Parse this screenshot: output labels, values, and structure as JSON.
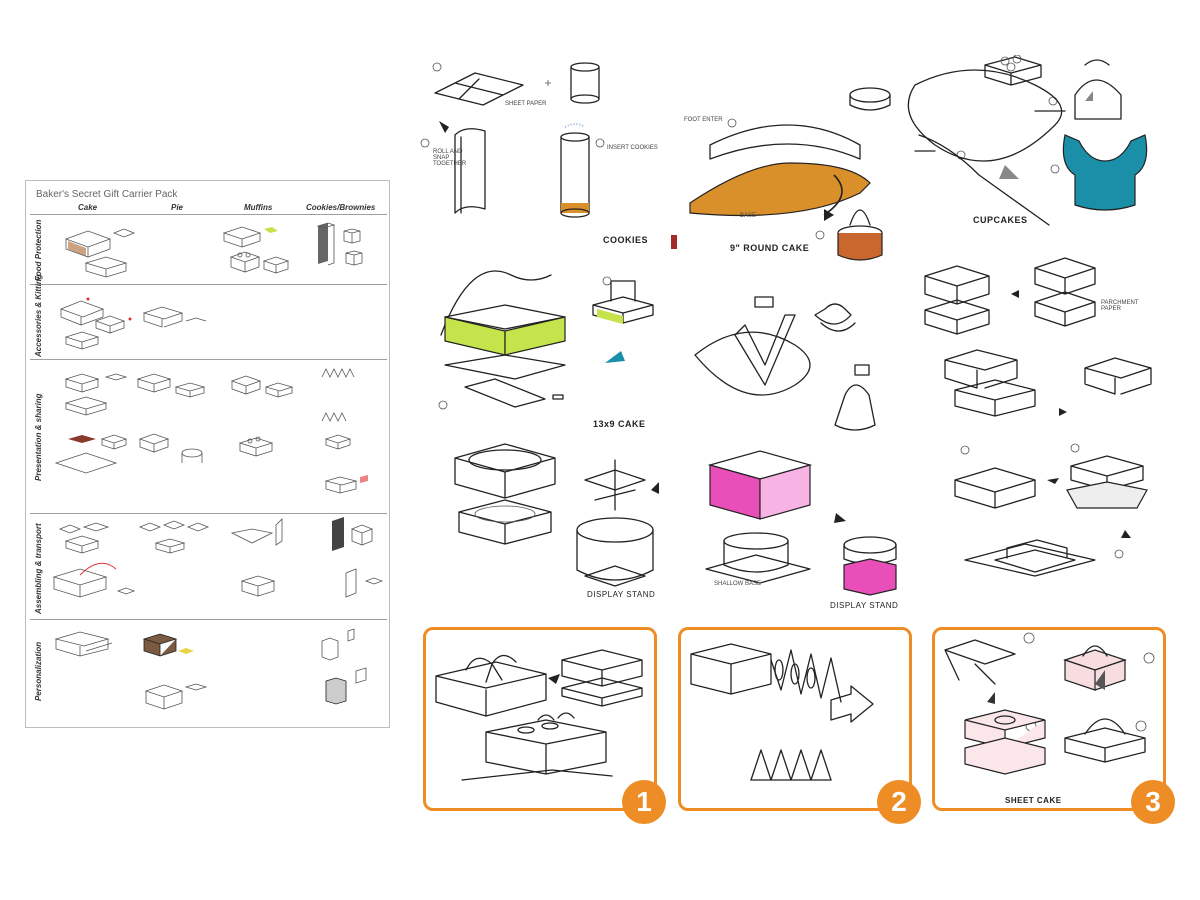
{
  "matrix": {
    "title": "Baker's Secret Gift Carrier Pack",
    "columns": [
      "Cake",
      "Pie",
      "Muffins",
      "Cookies/Brownies"
    ],
    "rows": [
      "Food Protection",
      "Accessories & Kitting",
      "Presentation & sharing",
      "Assembling & transport",
      "Personalization"
    ]
  },
  "sketches": {
    "cookies": {
      "caption": "COOKIES",
      "step1_note": "SHEET PAPER",
      "step2_note": "ROLL AND SNAP TOGETHER",
      "step3_note": "INSERT COOKIES"
    },
    "round_cake": {
      "caption": "9\" ROUND CAKE",
      "note_a": "FOOT ENTER",
      "note_b": "BASE"
    },
    "cupcakes": {
      "caption": "CUPCAKES"
    },
    "sheet_13x9": {
      "caption": "13x9 CAKE"
    },
    "brownies": {
      "note": "PARCHMENT PAPER"
    },
    "display_stand_a": {
      "caption": "DISPLAY STAND"
    },
    "display_stand_b": {
      "caption": "DISPLAY STAND",
      "note": "SHALLOW BASE"
    },
    "sheet_cake": {
      "caption": "SHEET CAKE"
    }
  },
  "highlights": [
    {
      "number": "1"
    },
    {
      "number": "2"
    },
    {
      "number": "3"
    }
  ],
  "colors": {
    "accent": "#ee8d25",
    "lime": "#c5e34a",
    "amber": "#d9902a",
    "teal": "#1b8fa8",
    "magenta": "#e84fb8",
    "rust": "#c9672e"
  }
}
